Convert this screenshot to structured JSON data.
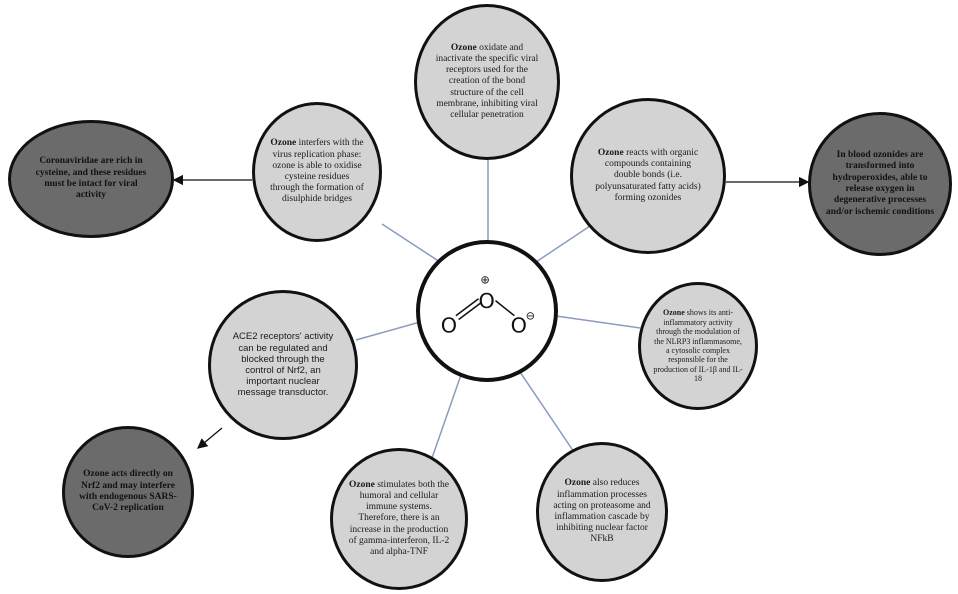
{
  "center": {
    "atoms": [
      "O",
      "O",
      "O"
    ],
    "plus_charge": "⊕",
    "minus_charge": "⊖"
  },
  "nodes": {
    "top": {
      "bold": "Ozone",
      "text": " oxidate and inactivate the specific viral receptors used for the creation of the bond structure of the cell membrane, inhibiting viral cellular penetration"
    },
    "upper_left": {
      "bold": "Ozone",
      "text": " interfers with the virus replication phase: ozone is able to oxidise cysteine residues through the formation of disulphide bridges"
    },
    "upper_right": {
      "bold": "Ozone",
      "text": " reacts with organic compounds containing double bonds (i.e. polyunsaturated fatty acids) forming ozonides"
    },
    "mid_right": {
      "bold": "Ozone",
      "text": " shows its anti-inflammatory activity through the modulation of the NLRP3 inflammasome, a cytosolic complex responsible for the production of IL-1β and IL-18"
    },
    "mid_left": {
      "bold": "",
      "text": "ACE2 receptors' activity can be regulated and blocked through the control of Nrf2, an important nuclear message transductor."
    },
    "bottom_center": {
      "bold": "Ozone",
      "text": " stimulates both the humoral and cellular immune systems. Therefore, there is an increase in the production of gamma-interferon, IL-2 and alpha-TNF"
    },
    "bottom_right": {
      "bold": "Ozone",
      "text": " also reduces inflammation processes acting on proteasome and inflammation cascade by inhibiting nuclear factor NFkB"
    },
    "far_left_top": {
      "bold": "",
      "text": "Coronaviridae are rich in cysteine, and these residues must be intact for viral activity"
    },
    "far_right": {
      "bold": "",
      "text": "In blood ozonides are transformed into hydroperoxides, able to release oxygen in degenerative processes and/or ischemic conditions"
    },
    "far_left_bottom": {
      "bold": "",
      "text": "Ozone acts directly on Nrf2 and may interfere with endogenous SARS-CoV-2 replication"
    }
  },
  "colors": {
    "light_fill": "#d3d3d3",
    "dark_fill": "#6b6b6b",
    "connector": "#8a9bbd",
    "outline": "#111111"
  }
}
